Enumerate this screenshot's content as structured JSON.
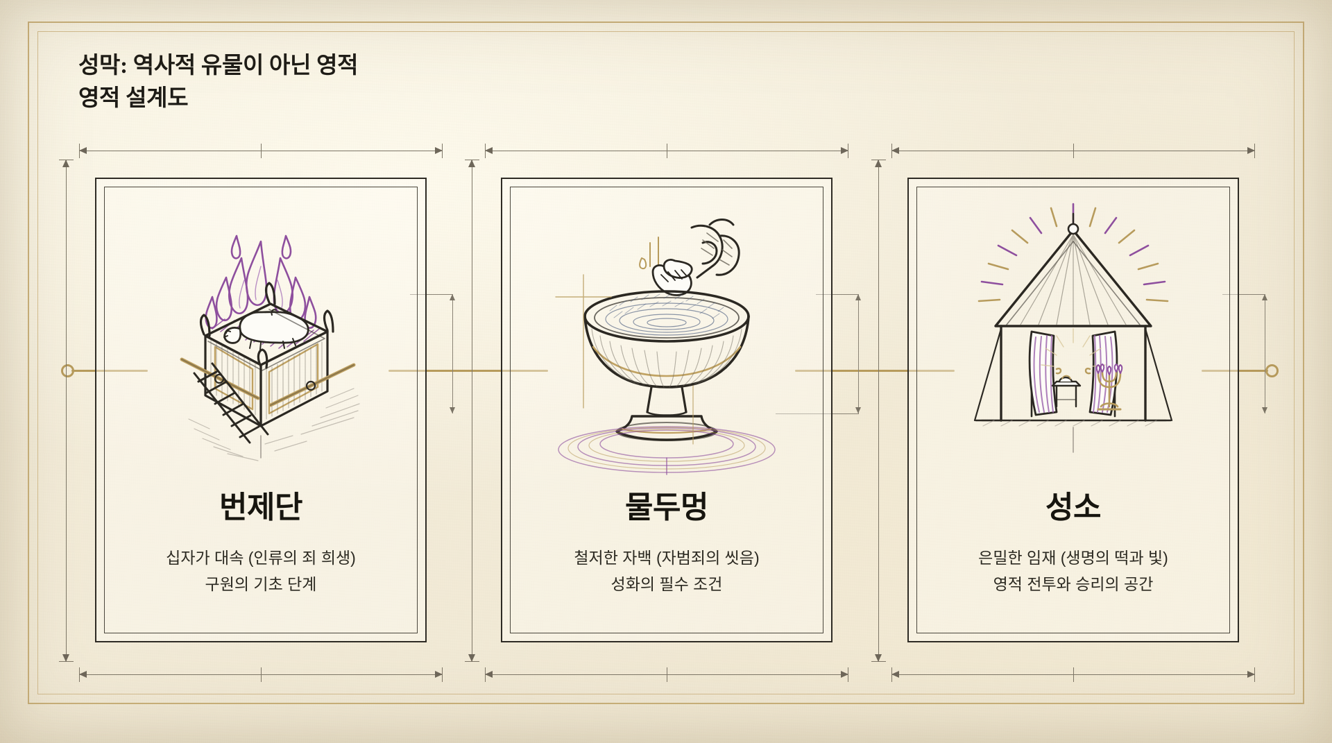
{
  "page": {
    "title": "성막: 역사적 유물이 아닌 영적\n영적 설계도",
    "background_color": "#f3ecd9",
    "frame_color": "#c9b07a",
    "accent_gold": "#b79b5c",
    "ink_color": "#2e2b24",
    "flame_color": "#8e4f9e",
    "water_color": "#42557a"
  },
  "cards": [
    {
      "illustration": "altar-of-burnt-offering-icon",
      "title": "번제단",
      "line1": "십자가 대속 (인류의 죄 희생)",
      "line2": "구원의 기초 단계"
    },
    {
      "illustration": "bronze-laver-icon",
      "title": "물두멍",
      "line1": "철저한 자백 (자범죄의 씻음)",
      "line2": "성화의 필수 조건"
    },
    {
      "illustration": "holy-place-tent-icon",
      "title": "성소",
      "line1": "은밀한 임재 (생명의 떡과 빛)",
      "line2": "영적 전투와 승리의 공간"
    }
  ]
}
